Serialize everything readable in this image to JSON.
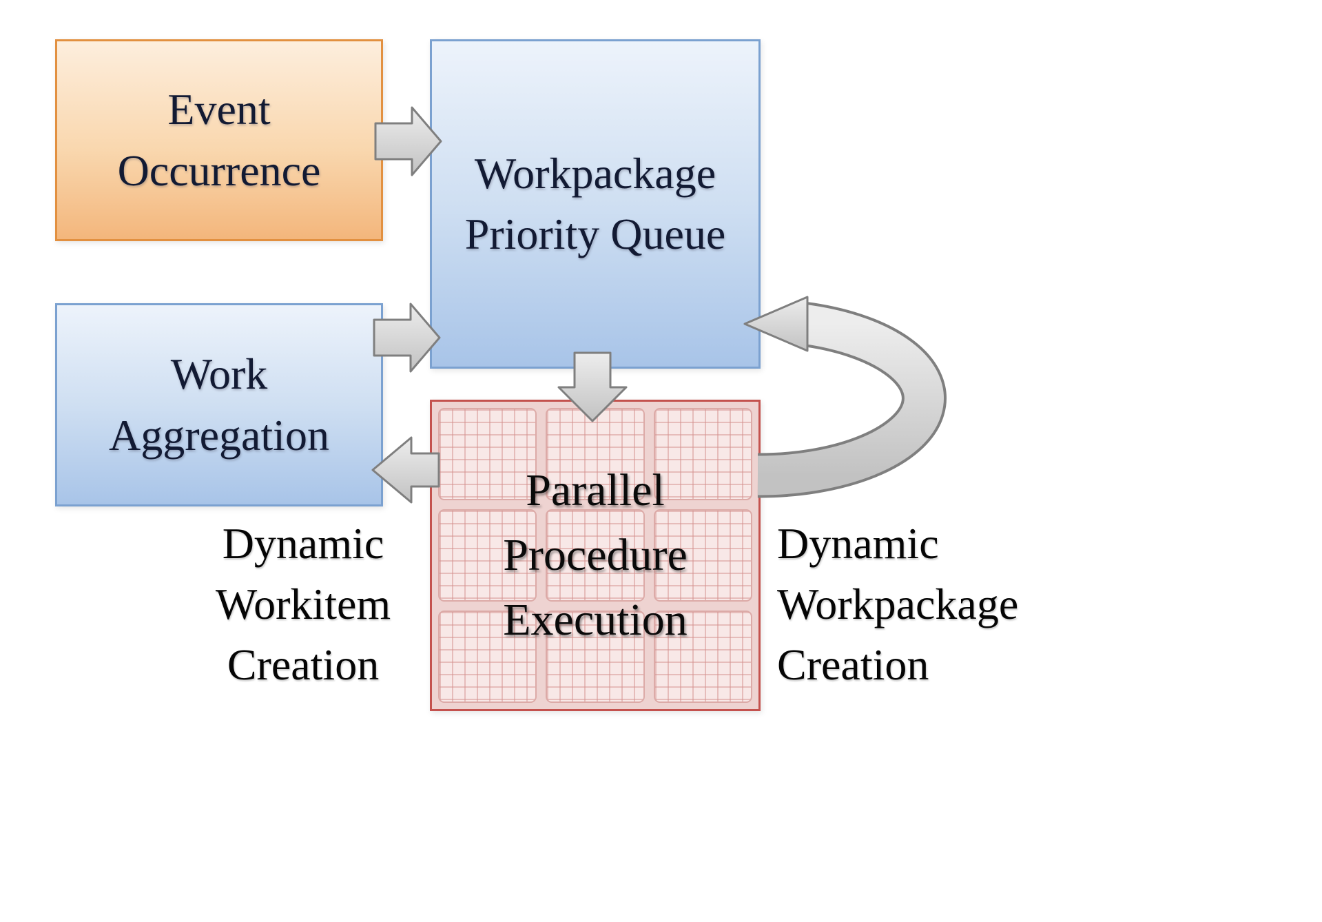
{
  "boxes": {
    "event_occurrence": {
      "label": "Event\nOccurrence"
    },
    "workpackage_priority_queue": {
      "label": "Workpackage\nPriority Queue"
    },
    "work_aggregation": {
      "label": "Work\nAggregation"
    },
    "parallel_procedure_execution": {
      "label": "Parallel\nProcedure\nExecution"
    }
  },
  "annotations": {
    "dynamic_workitem_creation": "Dynamic\nWorkitem\nCreation",
    "dynamic_workpackage_creation": "Dynamic\nWorkpackage\nCreation"
  },
  "arrows": {
    "event_to_queue": {
      "direction": "right"
    },
    "aggregation_to_queue": {
      "direction": "right"
    },
    "queue_to_execution": {
      "direction": "down"
    },
    "execution_to_aggregation": {
      "direction": "left"
    },
    "execution_to_queue_feedback": {
      "direction": "curved-up-left"
    }
  },
  "colors": {
    "event_box_border": "#e29040",
    "event_box_fill_top": "#fdeedd",
    "event_box_fill_bottom": "#f3b67c",
    "blue_box_border": "#7ba1d0",
    "blue_box_fill_top": "#edf3fb",
    "blue_box_fill_bottom": "#a8c4e8",
    "execution_box_border": "#c4524e",
    "execution_box_fill": "#eed3d1",
    "execution_cell_fill": "#f8e8e7",
    "arrow_fill": "#d8d8d8",
    "arrow_outline": "#7f7f7f",
    "text_dark": "#121a33",
    "background": "#ffffff"
  }
}
